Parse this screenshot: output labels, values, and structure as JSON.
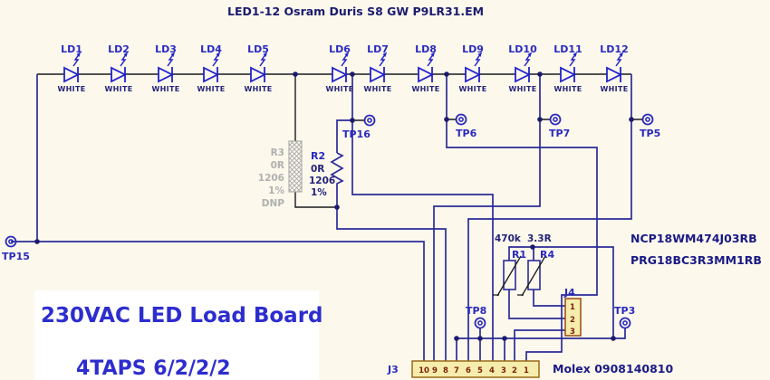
{
  "header": {
    "title": "LED1-12  Osram Duris S8  GW P9LR31.EM"
  },
  "board": {
    "line1": "230VAC LED Load Board",
    "line2": "4TAPS 6/2/2/2"
  },
  "leds": {
    "labels": [
      "LD1",
      "LD2",
      "LD3",
      "LD4",
      "LD5",
      "LD6",
      "LD7",
      "LD8",
      "LD9",
      "LD10",
      "LD11",
      "LD12"
    ],
    "sublabel": "WHITE"
  },
  "testpoints": {
    "tp15": "TP15",
    "tp16": "TP16",
    "tp6": "TP6",
    "tp7": "TP7",
    "tp5": "TP5",
    "tp8": "TP8",
    "tp3": "TP3"
  },
  "resistors": {
    "r3": {
      "name": "R3",
      "value": "0R",
      "package": "1206",
      "tolerance": "1%",
      "dnp": "DNP"
    },
    "r2": {
      "name": "R2",
      "value": "0R",
      "package": "1206",
      "tolerance": "1%"
    },
    "r1": {
      "name": "R1",
      "value": "470k"
    },
    "r4": {
      "name": "R4",
      "value": "3.3R"
    }
  },
  "connectors": {
    "j3": {
      "name": "J3",
      "pins": [
        "10",
        "9",
        "8",
        "7",
        "6",
        "5",
        "4",
        "3",
        "2",
        "1"
      ],
      "part": "Molex 0908140810"
    },
    "j4": {
      "name": "J4",
      "pins": [
        "1",
        "2",
        "3"
      ]
    }
  },
  "notes": {
    "part1": "NCP18WM474J03RB",
    "part2": "PRG18BC3R3MM1RB"
  },
  "colors": {
    "background": "#fcf8ec",
    "wire_blue": "#2b2b97",
    "rail_black": "#1a1a1a",
    "led_blue": "#2323cc",
    "label_blue": "#2a2ac0",
    "dark_navy": "#1b1b70",
    "big_text_blue": "#2d2dcf",
    "dnp_gray": "#b0b0b0",
    "connector_fill": "#f6edad",
    "connector_border": "#9a6a18",
    "pin_maroon": "#7a1f08"
  }
}
